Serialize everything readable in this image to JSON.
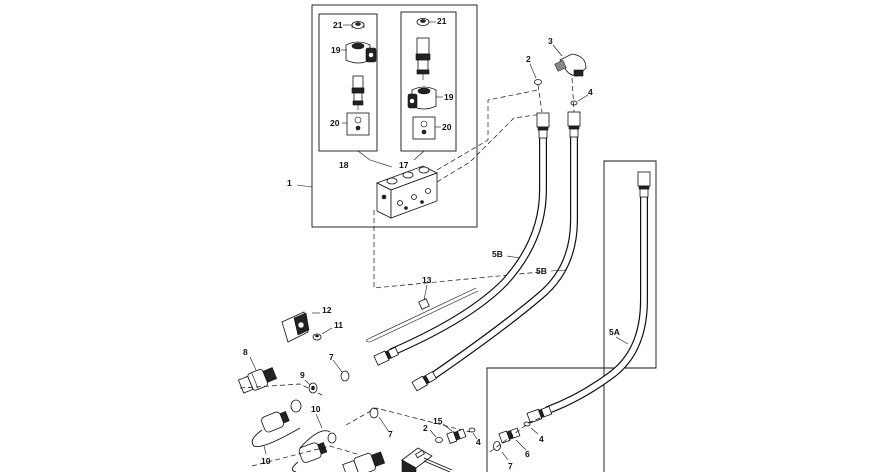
{
  "diagram": {
    "callouts": {
      "c1": "1",
      "c2a": "2",
      "c2b": "2",
      "c3": "3",
      "c4a": "4",
      "c4b": "4",
      "c4c": "4",
      "c5a": "5A",
      "c5b1": "5B",
      "c5b2": "5B",
      "c6": "6",
      "c7a": "7",
      "c7b": "7",
      "c7c": "7",
      "c8": "8",
      "c9": "9",
      "c10a": "10",
      "c10b": "10",
      "c11": "11",
      "c12": "12",
      "c13": "13",
      "c15": "15",
      "c17": "17",
      "c18": "18",
      "c19a": "19",
      "c19b": "19",
      "c20a": "20",
      "c20b": "20",
      "c21a": "21",
      "c21b": "21"
    }
  }
}
